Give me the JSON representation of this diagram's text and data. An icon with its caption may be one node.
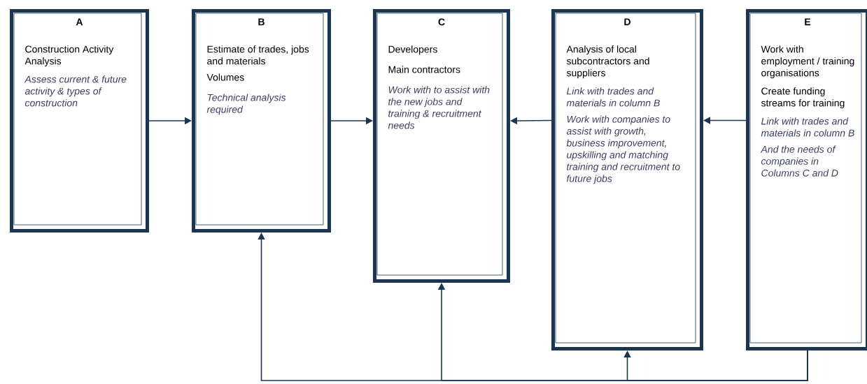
{
  "diagram": {
    "nodes": [
      {
        "text": [
          "A",
          "Construction Activity Analysis",
          "Assess current & future activity & types of construction"
        ]
      },
      {
        "text": [
          "B",
          "Estimate of trades, jobs and materials",
          "Volumes",
          "Technical analysis required"
        ]
      },
      {
        "text": [
          "C",
          "Developers",
          "Main contractors",
          "Work with to assist with the new jobs and training & recruitment needs"
        ]
      },
      {
        "text": [
          "D",
          "Analysis of local subcontractors and suppliers",
          "Link with trades and materials in column B",
          "Work with companies to assist with growth, business improvement, upskilling and matching training and recruitment to future jobs"
        ]
      },
      {
        "text": [
          "E",
          "Work with employment / training organisations",
          "Create funding streams for training",
          "Link with trades and materials in column B",
          "And the needs of companies in Columns C and D"
        ]
      }
    ],
    "edges": [
      {
        "from": 0,
        "to": 1,
        "arrow": "to"
      },
      {
        "from": 1,
        "to": 2,
        "arrow": "to"
      },
      {
        "from": 3,
        "to": 2,
        "arrow": "to"
      },
      {
        "from": 4,
        "to": 3,
        "arrow": "to"
      },
      {
        "from": 4,
        "to": 1,
        "arrow": "to"
      },
      {
        "from": 4,
        "to": 2,
        "arrow": "to"
      },
      {
        "from": 4,
        "to": 3,
        "arrow": "to"
      }
    ]
  }
}
